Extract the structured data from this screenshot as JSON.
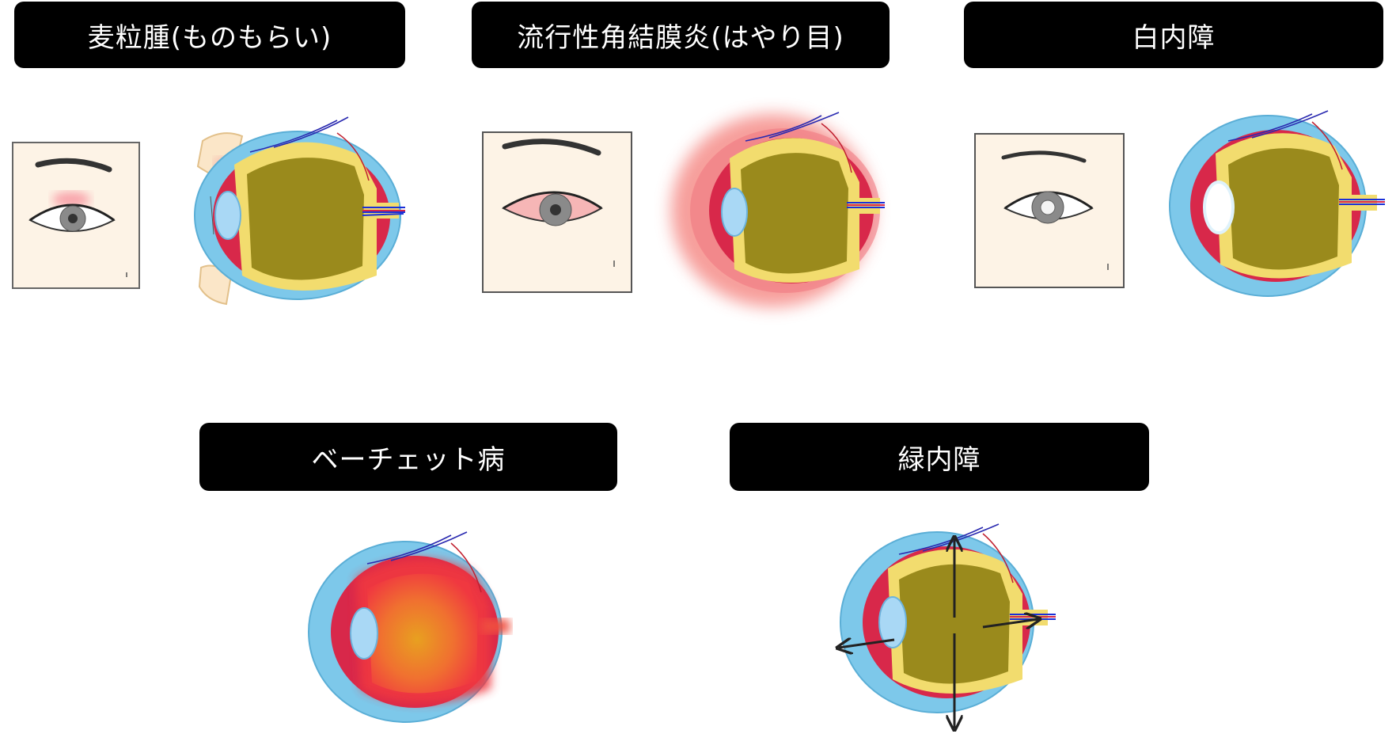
{
  "labels": {
    "stye": "麦粒腫(ものもらい)",
    "conjunctivitis": "流行性角結膜炎(はやり目)",
    "cataract": "白内障",
    "behcet": "ベーチェット病",
    "glaucoma": "緑内障"
  },
  "colors": {
    "label_bg": "#000000",
    "label_text": "#ffffff",
    "skin_panel": "#fdf3e6",
    "sclera_blue": "#7dc8ea",
    "choroid_red": "#d8284a",
    "retina_yellow": "#f2dc6e",
    "vitreous_olive": "#9a8a1c",
    "lens_blue": "#a9d8f5",
    "inflammation_red": "#f0504a",
    "iris_gray": "#8a8a8a"
  },
  "icons": {
    "stye": [
      "eye-front-view-icon",
      "eye-cross-section-icon"
    ],
    "conjunctivitis": [
      "eye-front-view-icon",
      "eye-cross-section-icon"
    ],
    "cataract": [
      "eye-front-view-icon",
      "eye-cross-section-icon"
    ],
    "behcet": [
      "eye-cross-section-icon"
    ],
    "glaucoma": [
      "eye-cross-section-icon",
      "pressure-arrow-icon"
    ]
  }
}
